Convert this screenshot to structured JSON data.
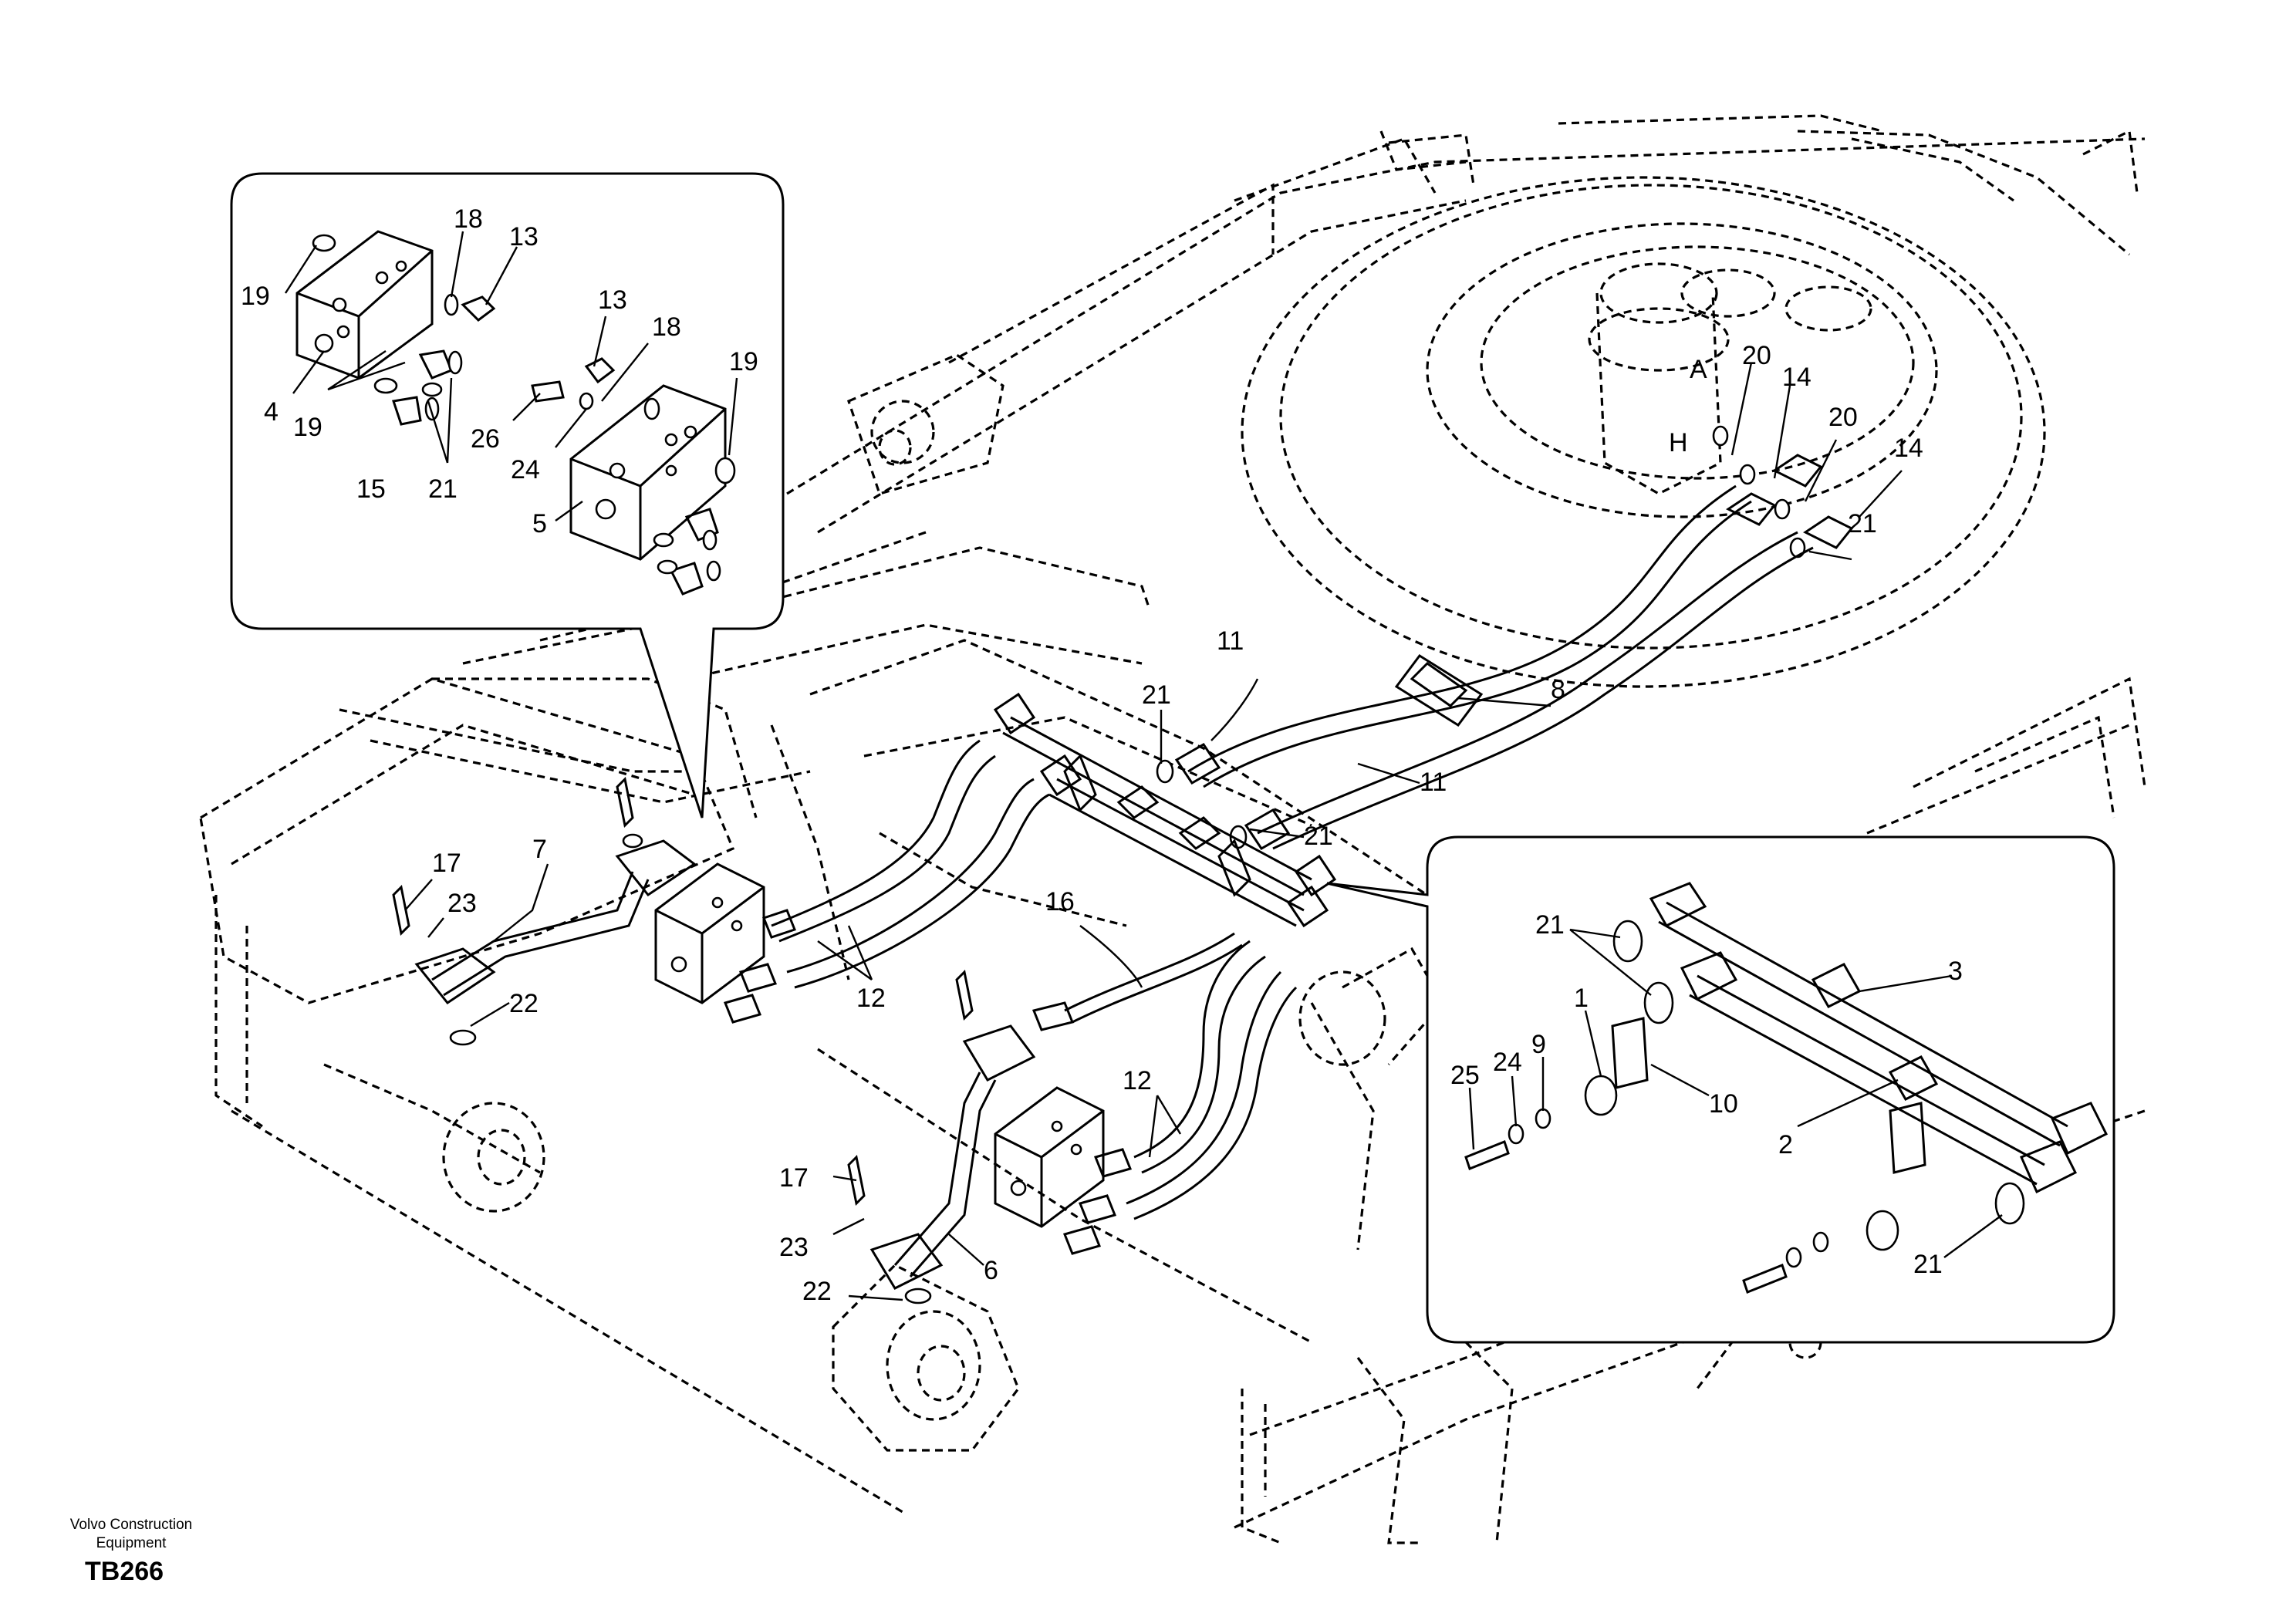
{
  "document": {
    "company": "Volvo Construction Equipment",
    "company_lines": [
      "Volvo Construction",
      "Equipment"
    ],
    "figure_code": "TB266"
  },
  "callouts": {
    "left_inset": {
      "n19a": "19",
      "n18a": "18",
      "n13a": "13",
      "n4": "4",
      "n19b": "19",
      "n15": "15",
      "n21a": "21",
      "n13b": "13",
      "n18b": "18",
      "n19c": "19",
      "n26": "26",
      "n24a": "24",
      "n5": "5"
    },
    "main": {
      "n20a": "20",
      "n14a": "14",
      "n20b": "20",
      "n14b": "14",
      "n21b": "21",
      "letter_a": "A",
      "letter_h": "H",
      "n11a": "11",
      "n8": "8",
      "n11b": "11",
      "n21c": "21",
      "n21d": "21",
      "n17a": "17",
      "n7": "7",
      "n23a": "23",
      "n22a": "22",
      "n12a": "12",
      "n16": "16",
      "n12b": "12",
      "n17b": "17",
      "n23b": "23",
      "n6": "6",
      "n22b": "22"
    },
    "right_inset": {
      "n21e": "21",
      "n3": "3",
      "n1": "1",
      "n25": "25",
      "n24b": "24",
      "n9": "9",
      "n10": "10",
      "n2": "2",
      "n21f": "21"
    }
  }
}
